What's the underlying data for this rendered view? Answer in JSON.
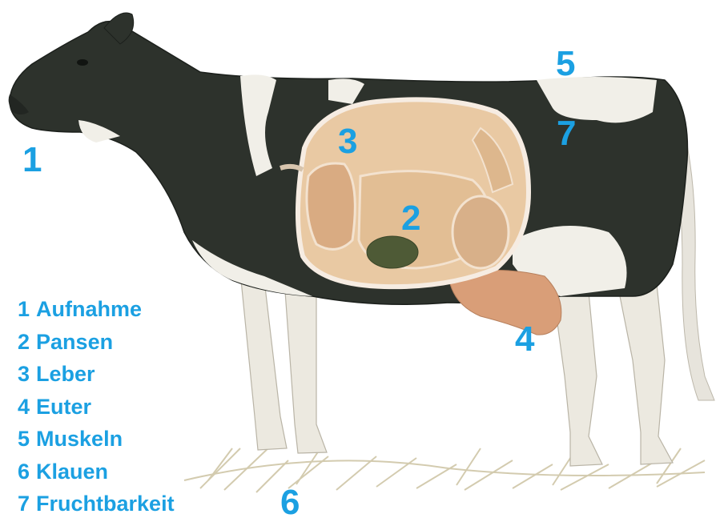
{
  "colors": {
    "label_blue": "#1ba0e2",
    "hide_black": "#2b302b",
    "hide_white": "#f1efe8",
    "organ": "#e2bf96",
    "udder": "#d99e78"
  },
  "markers": [
    {
      "key": "m1",
      "text": "1"
    },
    {
      "key": "m2",
      "text": "2"
    },
    {
      "key": "m3",
      "text": "3"
    },
    {
      "key": "m4",
      "text": "4"
    },
    {
      "key": "m5",
      "text": "5"
    },
    {
      "key": "m6",
      "text": "6"
    },
    {
      "key": "m7",
      "text": "7"
    }
  ],
  "legend": [
    {
      "num": "1",
      "label": "Aufnahme"
    },
    {
      "num": "2",
      "label": "Pansen"
    },
    {
      "num": "3",
      "label": "Leber"
    },
    {
      "num": "4",
      "label": "Euter"
    },
    {
      "num": "5",
      "label": "Muskeln"
    },
    {
      "num": "6",
      "label": "Klauen"
    },
    {
      "num": "7",
      "label": "Fruchtbarkeit"
    }
  ]
}
